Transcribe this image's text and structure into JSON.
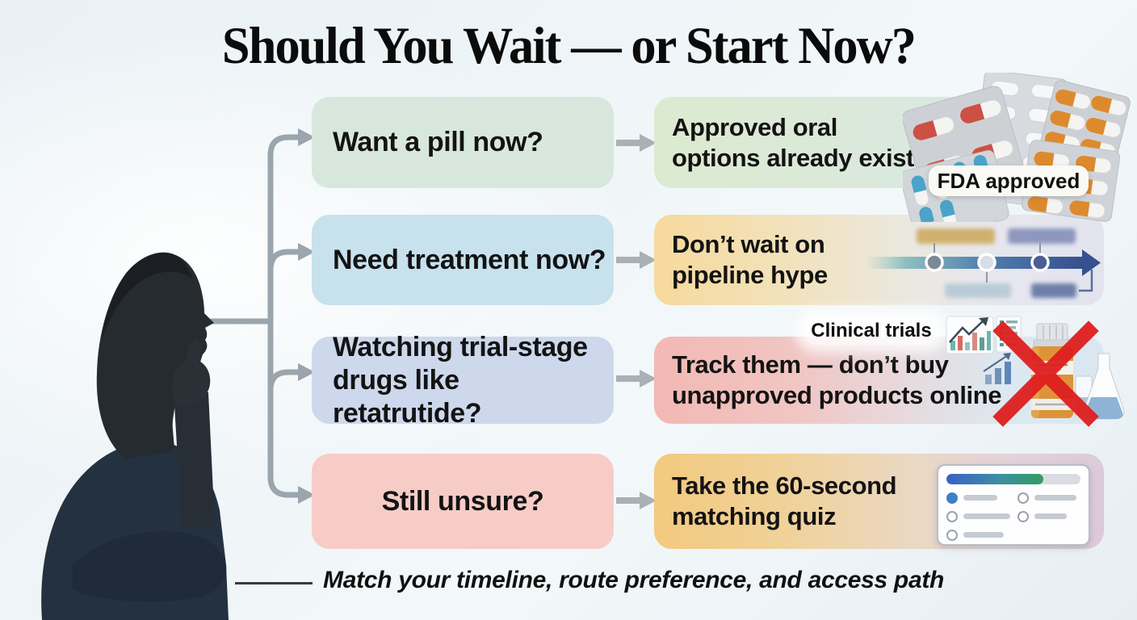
{
  "title": "Should You Wait — or Start Now?",
  "flow": {
    "rows": [
      {
        "question_lines": [
          "Want a pill now?"
        ],
        "answer_lines": [
          "Approved oral",
          "options already exist"
        ],
        "badge": "FDA approved"
      },
      {
        "question_lines": [
          "Need treatment now?"
        ],
        "answer_lines": [
          "Don’t wait on",
          "pipeline hype"
        ]
      },
      {
        "question_lines": [
          "Watching trial-stage",
          "drugs like retatrutide?"
        ],
        "answer_lines": [
          "Track them — don’t buy",
          "unapproved products online"
        ],
        "annotation": "Clinical trials"
      },
      {
        "question_lines": [
          "Still unsure?"
        ],
        "answer_lines": [
          "Take the 60-second",
          "matching quiz"
        ]
      }
    ]
  },
  "caption": "Match your timeline, route preference, and access path",
  "icons": {
    "person": "thinking-person-silhouette",
    "row1": "pill-blister-packs",
    "row2": "drug-pipeline-timeline",
    "row3": [
      "trend-bar-chart-icon",
      "data-list-icon",
      "rising-bars-icon",
      "pill-bottle-icon",
      "red-x-icon",
      "lab-flasks-icon"
    ],
    "row4": [
      "quiz-card",
      "progress-bar",
      "radio-buttons"
    ],
    "connectors": [
      "branch-arrows",
      "row-arrows"
    ]
  },
  "colors": {
    "background": "#eef3f7",
    "title_text": "#0b0b0b",
    "box_text": "#131313",
    "q1_box": "#d8e7dc",
    "q2_box": "#c7e1ed",
    "q3_box": "#cdd8ec",
    "q4_box": "#f7ccc6",
    "a1_box_left": "#dcead0",
    "a1_box_right": "#d7e8e3",
    "a2_box_left": "#f7d99c",
    "a2_box_right": "#e2e3ed",
    "a3_box_left": "#f3b8b3",
    "a3_box_right": "#d9e7f0",
    "a4_box_left": "#f2c97e",
    "a4_box_right": "#dcc9da",
    "connector_gray": "#9aa5ad",
    "red_x": "#df1f1f",
    "progress_blue": "#3a60c8",
    "progress_green": "#2f9e62",
    "timeline_start": "#9fc8c3",
    "timeline_end": "#37508f"
  }
}
